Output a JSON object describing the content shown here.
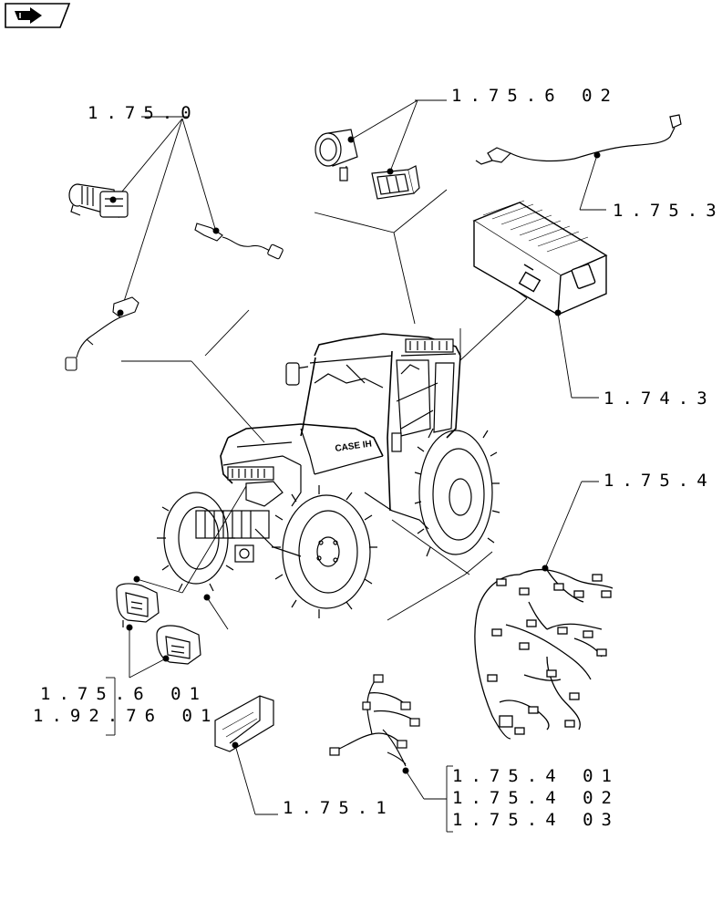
{
  "navigation": {
    "icon": "back-arrow-icon"
  },
  "references": {
    "top_left": "1.75.0",
    "top_center": "1.75.6 02",
    "right_top": "1.75.3",
    "battery": "1.74.3",
    "harness_main": "1.75.4",
    "lamps_line1": "1.75.6 01",
    "lamps_line2": "1.92.76 01",
    "control_unit": "1.75.1",
    "harness_small_1": "1.75.4 01",
    "harness_small_2": "1.75.4 02",
    "harness_small_3": "1.75.4 03"
  },
  "tractor_brand": "CASE IH"
}
